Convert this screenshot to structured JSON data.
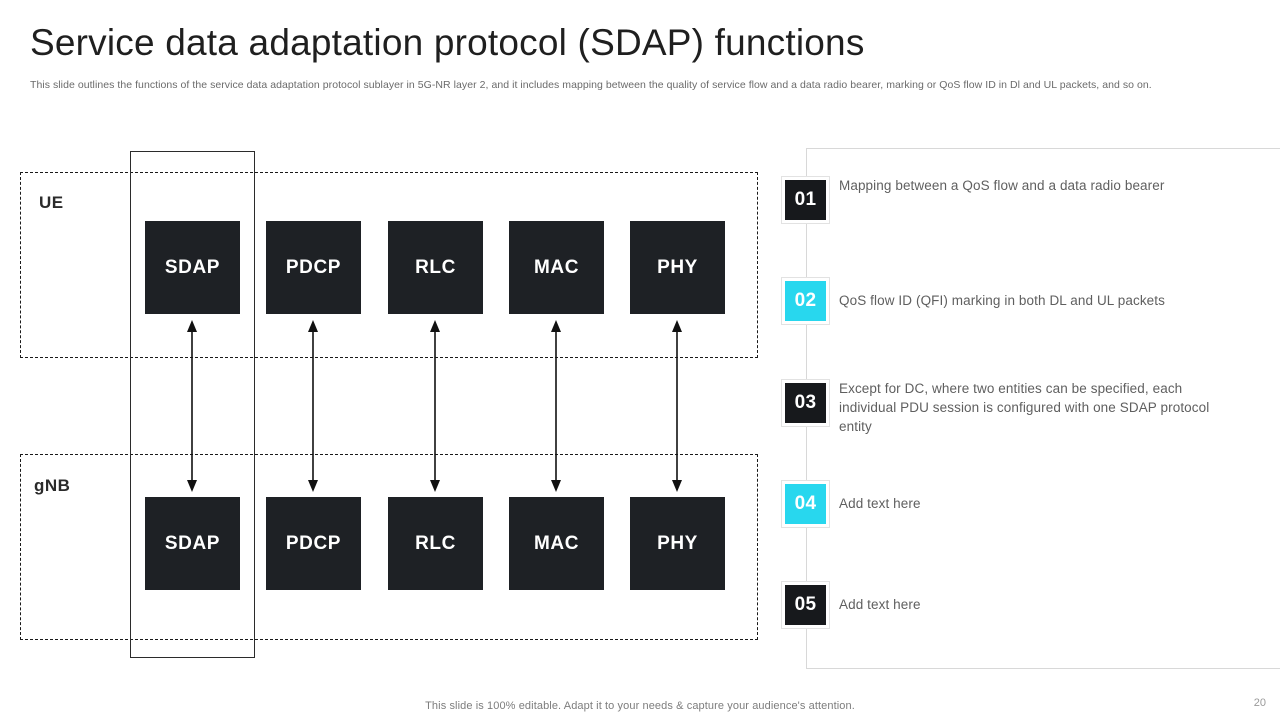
{
  "header": {
    "title": "Service data adaptation protocol (SDAP) functions",
    "subtitle": "This slide outlines the functions of the service data adaptation protocol sublayer in 5G-NR layer 2, and it includes mapping between the quality of service flow and a data radio bearer, marking or QoS flow ID in Dl and UL packets, and so on."
  },
  "diagram": {
    "groups": [
      {
        "label": "UE"
      },
      {
        "label": "gNB"
      }
    ],
    "layers": [
      "SDAP",
      "PDCP",
      "RLC",
      "MAC",
      "PHY"
    ],
    "highlighted_layer": "SDAP",
    "arrow_icon": "double-headed-vertical-arrow-icon",
    "box_color": "#1e2125",
    "box_text_color": "#ffffff"
  },
  "steps": {
    "accent_color": "#28d7ee",
    "dark_color": "#17191c",
    "items": [
      {
        "number": "01",
        "style": "dark",
        "text": "Mapping between a QoS flow and a data radio bearer"
      },
      {
        "number": "02",
        "style": "cyan",
        "text": "QoS flow ID (QFI) marking in both DL and UL packets"
      },
      {
        "number": "03",
        "style": "dark",
        "text": "Except for DC, where two entities can be specified, each individual PDU session is configured with one SDAP protocol entity"
      },
      {
        "number": "04",
        "style": "cyan",
        "text": "Add text here"
      },
      {
        "number": "05",
        "style": "dark",
        "text": "Add text here"
      }
    ]
  },
  "footer": {
    "note": "This slide is 100% editable. Adapt it to your needs & capture your audience's attention.",
    "page_number": "20"
  }
}
